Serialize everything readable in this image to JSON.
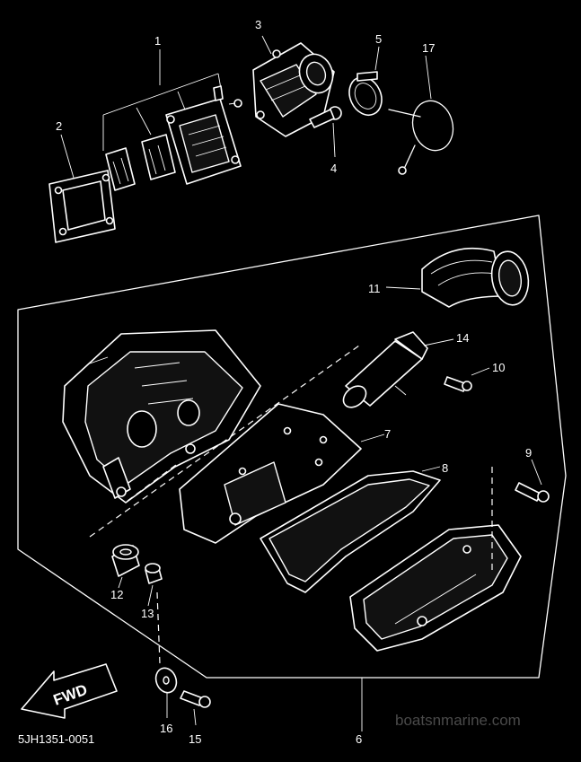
{
  "diagram_code": "5JH1351-0051",
  "watermark": "boatsnmarine.com",
  "direction_label": "FWD",
  "callouts": {
    "c1": "1",
    "c2": "2",
    "c3": "3",
    "c4": "4",
    "c5": "5",
    "c6": "6",
    "c7": "7",
    "c8": "8",
    "c9": "9",
    "c10": "10",
    "c11": "11",
    "c12": "12",
    "c13": "13",
    "c14": "14",
    "c15": "15",
    "c16": "16",
    "c17": "17"
  }
}
